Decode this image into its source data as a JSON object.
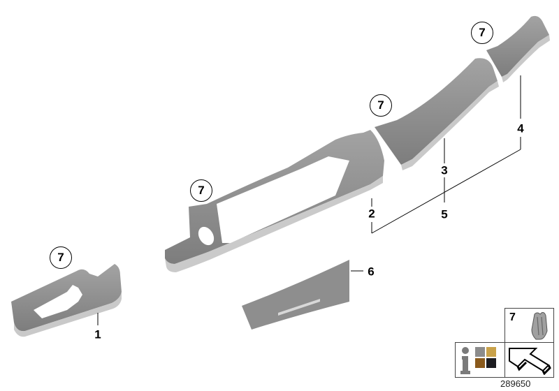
{
  "diagram": {
    "type": "exploded parts diagram",
    "parts": [
      {
        "id": "1",
        "label": "1",
        "name": "trim-part-left-small"
      },
      {
        "id": "2",
        "label": "2",
        "name": "trim-part-dashboard-center"
      },
      {
        "id": "3",
        "label": "3",
        "name": "trim-part-passenger-middle"
      },
      {
        "id": "4",
        "label": "4",
        "name": "trim-part-passenger-end"
      },
      {
        "id": "5",
        "label": "5",
        "name": "trim-set-bracket"
      },
      {
        "id": "6",
        "label": "6",
        "name": "trim-part-lower-panel"
      }
    ],
    "callouts": [
      {
        "label": "7"
      },
      {
        "label": "7"
      },
      {
        "label": "7"
      },
      {
        "label": "7"
      }
    ]
  },
  "legend": {
    "item_label": "7",
    "item_icon": "clip-icon",
    "info_icon": "info-icon",
    "swatches": [
      "#8c8c8c",
      "#c9a24a",
      "#8a5a1c",
      "#1c1c20"
    ],
    "direction_icon": "arrow-icon"
  },
  "reference_number": "289650",
  "colors": {
    "part_fill": "#8e8e8e",
    "part_edge": "#c8c8c8",
    "line": "#000000"
  }
}
